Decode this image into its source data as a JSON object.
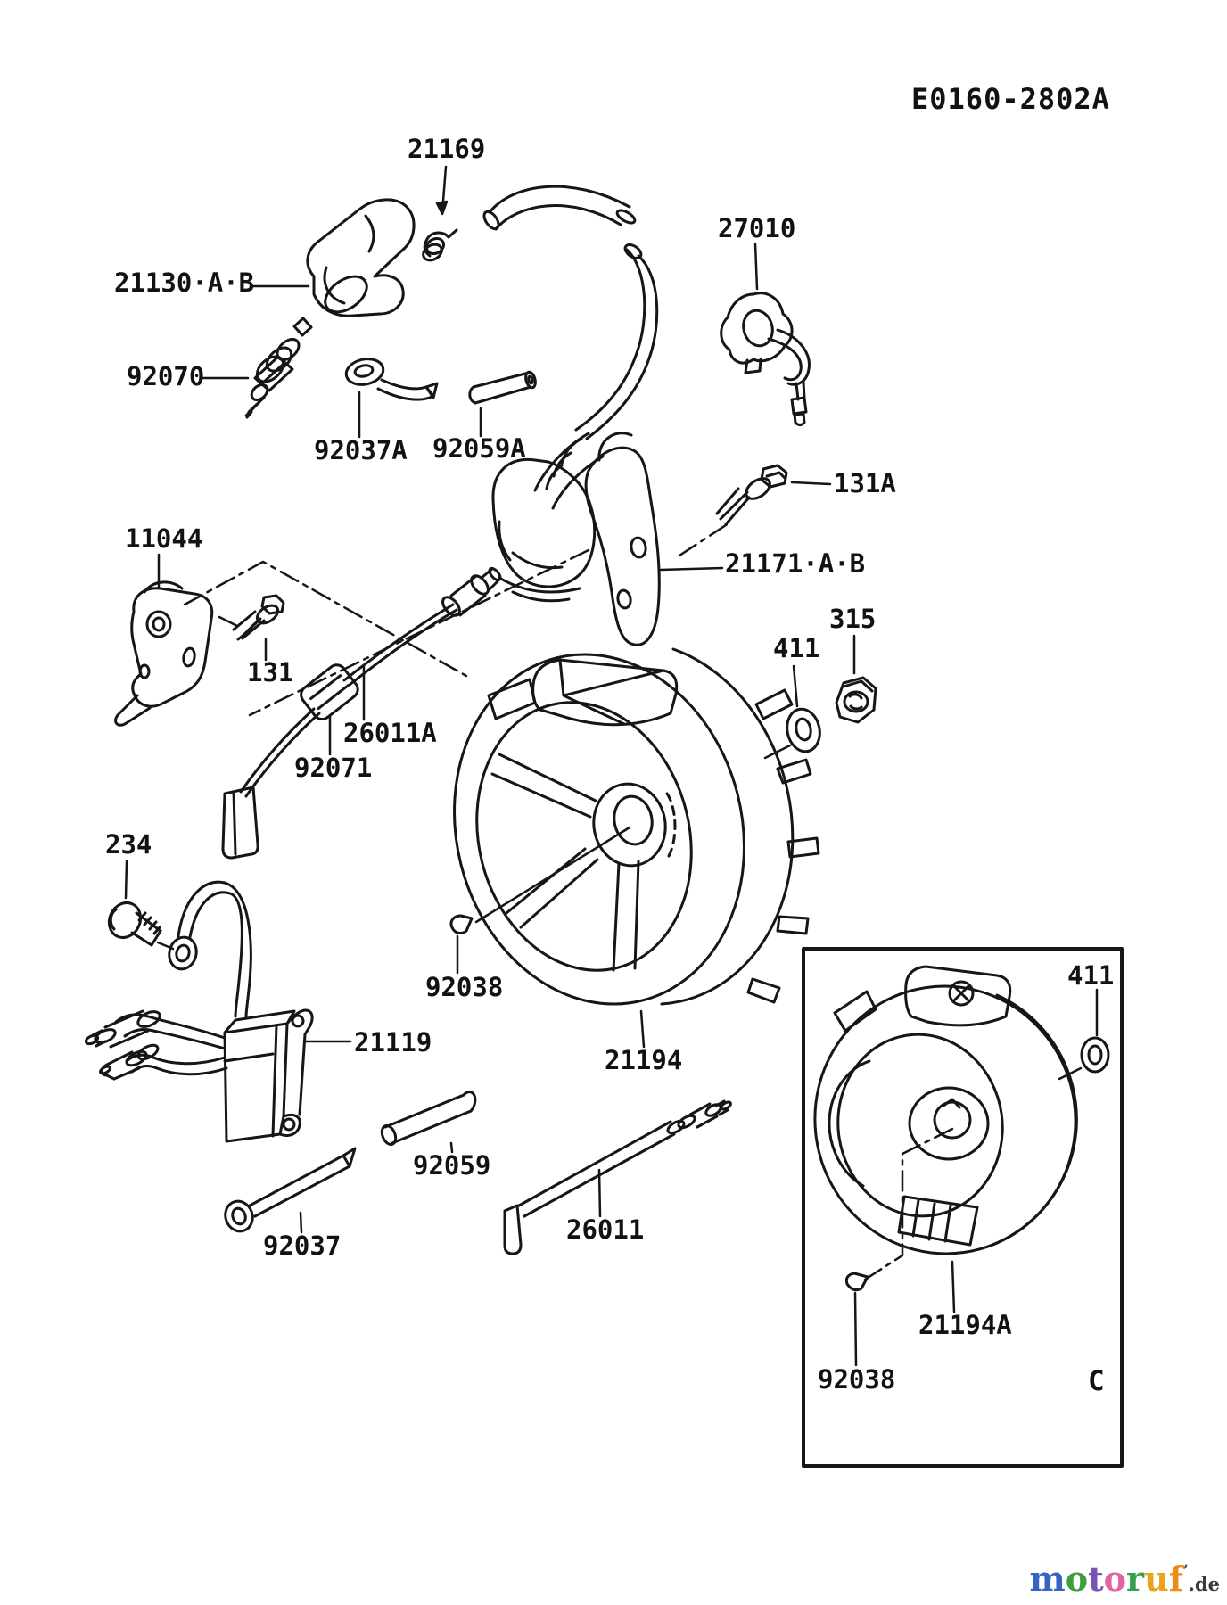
{
  "diagram": {
    "code": "E0160-2802A",
    "inset_marker": "C"
  },
  "colors": {
    "line": "#161616",
    "background": "#ffffff",
    "label_text": "#121212"
  },
  "labels": {
    "clip": "21169",
    "stop_switch": "27010",
    "plug_cap": "21130·A·B",
    "spark_plug": "92070",
    "clamp_a": "92037A",
    "tube_a": "92059A",
    "bolt_a": "131A",
    "bracket": "11044",
    "ignition_coil": "21171·A·B",
    "nut": "315",
    "washer": "411",
    "bolt": "131",
    "lead_a": "26011A",
    "grommet": "92071",
    "screw": "234",
    "key": "92038",
    "igniter": "21119",
    "flywheel": "21194",
    "tube": "92059",
    "clamp": "92037",
    "lead": "26011",
    "inset_washer": "411",
    "inset_flywheel": "21194A",
    "inset_key": "92038"
  },
  "watermark": {
    "letters": [
      {
        "ch": "m",
        "color": "#3565bf"
      },
      {
        "ch": "o",
        "color": "#3f9e3f"
      },
      {
        "ch": "t",
        "color": "#7b52b5"
      },
      {
        "ch": "o",
        "color": "#e361a5"
      },
      {
        "ch": "r",
        "color": "#36a04e"
      },
      {
        "ch": "u",
        "color": "#eaa41c"
      },
      {
        "ch": "f",
        "color": "#ea8c1c"
      }
    ],
    "tick": "’",
    "suffix": ".de",
    "suffix_color": "#3a3a3a"
  }
}
